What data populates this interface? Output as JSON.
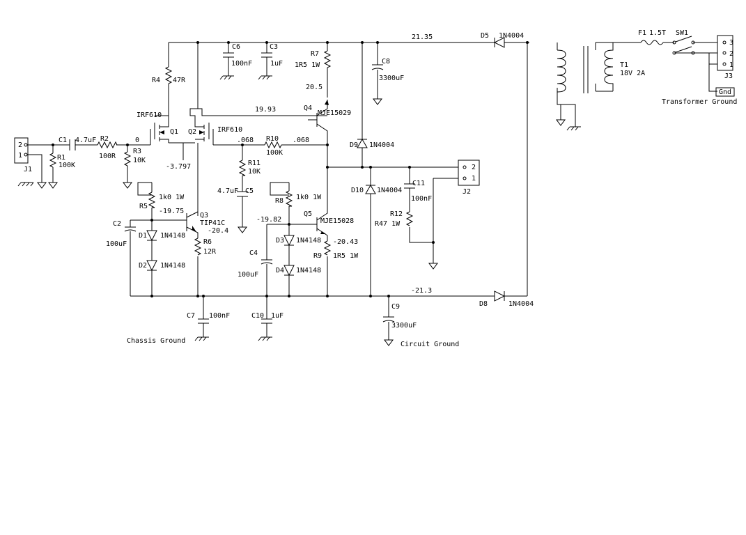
{
  "colors": {
    "background": "#ffffff",
    "ink": "#000000"
  },
  "connectors": {
    "j1": {
      "ref": "J1",
      "pins": [
        "2",
        "1"
      ]
    },
    "j2": {
      "ref": "J2",
      "pins": [
        "2",
        "1"
      ]
    },
    "j3": {
      "ref": "J3",
      "pins": [
        "3",
        "2",
        "1"
      ]
    },
    "gnd_tag": "Gnd"
  },
  "components": {
    "c1": {
      "ref": "C1",
      "value": "4.7uF"
    },
    "r1": {
      "ref": "R1",
      "value": "100K"
    },
    "r2": {
      "ref": "R2",
      "value": "100R"
    },
    "r3": {
      "ref": "R3",
      "value": "10K"
    },
    "r4": {
      "ref": "R4",
      "value": "47R"
    },
    "q1": {
      "ref": "Q1",
      "value": "IRF610"
    },
    "q2": {
      "ref": "Q2",
      "value": "IRF610"
    },
    "c6": {
      "ref": "C6",
      "value": "100nF"
    },
    "c3": {
      "ref": "C3",
      "value": "1uF"
    },
    "r7": {
      "ref": "R7",
      "value": "1R5 1W"
    },
    "c8": {
      "ref": "C8",
      "value": "3300uF"
    },
    "q4": {
      "ref": "Q4",
      "value": "MJE15029"
    },
    "r10": {
      "ref": "R10",
      "value": "100K"
    },
    "r11": {
      "ref": "R11",
      "value": "10K"
    },
    "c5": {
      "ref": "C5",
      "value": "4.7uF"
    },
    "r5": {
      "ref": "R5",
      "value": "1k0 1W"
    },
    "q3": {
      "ref": "Q3",
      "value": "TIP41C"
    },
    "c2": {
      "ref": "C2",
      "value": "100uF"
    },
    "d1": {
      "ref": "D1",
      "value": "1N4148"
    },
    "d2": {
      "ref": "D2",
      "value": "1N4148"
    },
    "r6": {
      "ref": "R6",
      "value": "12R"
    },
    "r8": {
      "ref": "R8",
      "value": "1k0 1W"
    },
    "q5": {
      "ref": "Q5",
      "value": "MJE15028"
    },
    "d3": {
      "ref": "D3",
      "value": "1N4148"
    },
    "d4": {
      "ref": "D4",
      "value": "1N4148"
    },
    "c4": {
      "ref": "C4",
      "value": "100uF"
    },
    "r9": {
      "ref": "R9",
      "value": "1R5 1W"
    },
    "d9": {
      "ref": "D9",
      "value": "1N4004"
    },
    "d10": {
      "ref": "D10",
      "value": "1N4004"
    },
    "c11": {
      "ref": "C11",
      "value": "100nF"
    },
    "r12": {
      "ref": "R12",
      "value": "R47 1W"
    },
    "d5": {
      "ref": "D5",
      "value": "1N4004"
    },
    "d8": {
      "ref": "D8",
      "value": "1N4004"
    },
    "c9": {
      "ref": "C9",
      "value": "3300uF"
    },
    "c7": {
      "ref": "C7",
      "value": "100nF"
    },
    "c10": {
      "ref": "C10",
      "value": "1uF"
    },
    "f1": {
      "ref": "F1",
      "value": "1.5T"
    },
    "sw1": {
      "ref": "SW1"
    },
    "t1": {
      "ref": "T1",
      "value": "18V 2A"
    }
  },
  "voltages": {
    "pos_rail": "21.35",
    "neg_rail": "-21.3",
    "r7_node": "20.5",
    "gate_bias": "19.93",
    "input_node": "0",
    "source_node": "-3.797",
    "q2_gate": ".068",
    "output_node": ".068",
    "q3_base": "-19.75",
    "q3_emitter": "-20.4",
    "q5_base": "-19.82",
    "q5_emitter": "-20.43"
  },
  "ground_labels": {
    "chassis": "Chassis Ground",
    "circuit": "Circuit Ground",
    "transformer": "Transformer Ground"
  }
}
